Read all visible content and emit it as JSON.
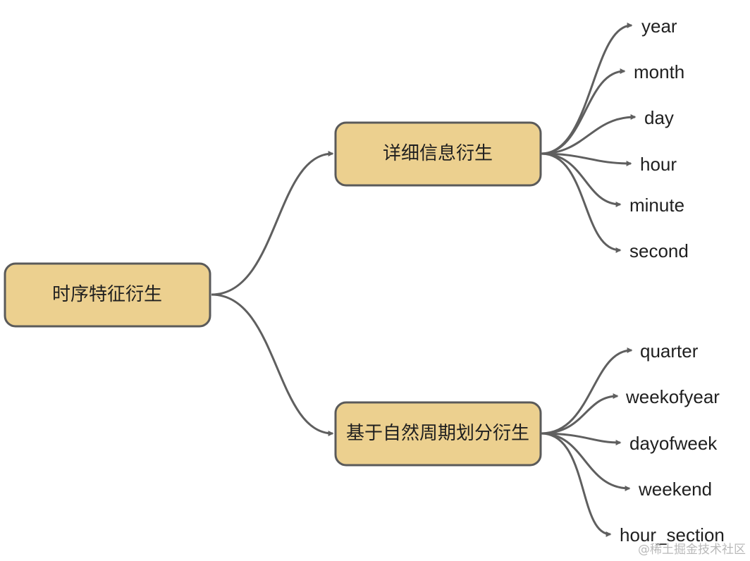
{
  "root": {
    "label": "时序特征衍生"
  },
  "branches": [
    {
      "label": "详细信息衍生",
      "children": [
        "year",
        "month",
        "day",
        "hour",
        "minute",
        "second"
      ]
    },
    {
      "label": "基于自然周期划分衍生",
      "children": [
        "quarter",
        "weekofyear",
        "dayofweek",
        "weekend",
        "hour_section"
      ]
    }
  ],
  "watermark": "@稀土掘金技术社区",
  "colors": {
    "node_fill": "#ecd08f",
    "node_border": "#5a5a5a",
    "edge": "#5f5f5f",
    "text": "#1f1f1f",
    "watermark": "#b9b9b9"
  }
}
